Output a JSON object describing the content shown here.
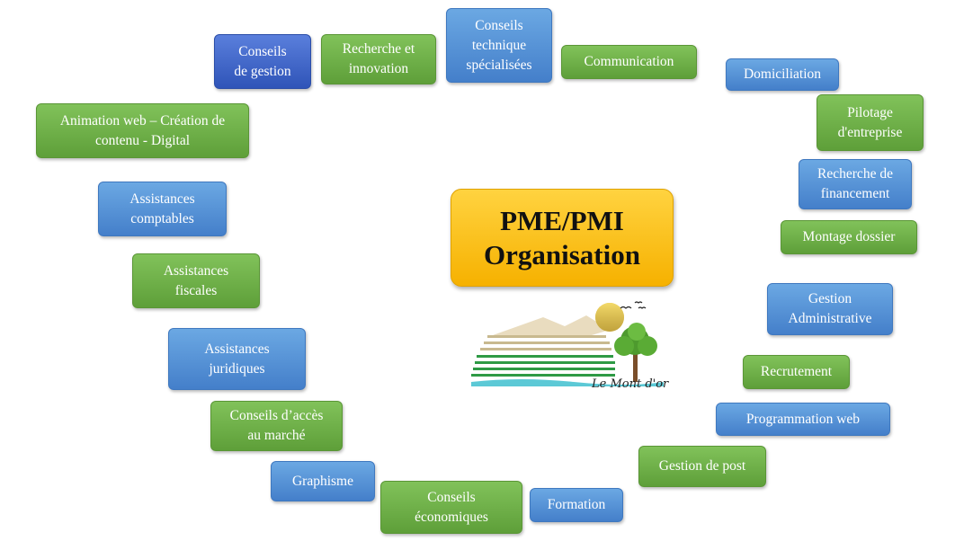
{
  "center": {
    "line1": "PME/PMI",
    "line2": "Organisation",
    "color": "#fbbf14"
  },
  "logo": {
    "text": "Le Mont d'or"
  },
  "colors": {
    "green": "#6daf47",
    "blue": "#569ae0",
    "dark_blue": "#3d62cc"
  },
  "nodes": [
    {
      "id": "conseils-gestion",
      "label": "Conseils\nde gestion",
      "color": "dark_blue"
    },
    {
      "id": "recherche-innovation",
      "label": "Recherche et\ninnovation",
      "color": "green"
    },
    {
      "id": "conseils-techniques",
      "label": "Conseils\ntechnique\nspécialisées",
      "color": "blue"
    },
    {
      "id": "communication",
      "label": "Communication",
      "color": "green"
    },
    {
      "id": "domiciliation",
      "label": "Domiciliation",
      "color": "blue"
    },
    {
      "id": "pilotage",
      "label": "Pilotage\nd'entreprise",
      "color": "green"
    },
    {
      "id": "recherche-financement",
      "label": "Recherche de\nfinancement",
      "color": "blue"
    },
    {
      "id": "montage-dossier",
      "label": "Montage dossier",
      "color": "green"
    },
    {
      "id": "gestion-administrative",
      "label": "Gestion\nAdministrative",
      "color": "blue"
    },
    {
      "id": "recrutement",
      "label": "Recrutement",
      "color": "green"
    },
    {
      "id": "programmation-web",
      "label": "Programmation web",
      "color": "blue"
    },
    {
      "id": "gestion-post",
      "label": "Gestion de post",
      "color": "green"
    },
    {
      "id": "formation",
      "label": "Formation",
      "color": "blue"
    },
    {
      "id": "conseils-economiques",
      "label": "Conseils\néconomiques",
      "color": "green"
    },
    {
      "id": "graphisme",
      "label": "Graphisme",
      "color": "blue"
    },
    {
      "id": "conseils-acces-marche",
      "label": "Conseils d’accès\nau marché",
      "color": "green"
    },
    {
      "id": "assistances-juridiques",
      "label": "Assistances\njuridiques",
      "color": "blue"
    },
    {
      "id": "assistances-fiscales",
      "label": "Assistances\nfiscales",
      "color": "green"
    },
    {
      "id": "assistances-comptables",
      "label": "Assistances\ncomptables",
      "color": "blue"
    },
    {
      "id": "animation-web",
      "label": "Animation web – Création de\ncontenu - Digital",
      "color": "green"
    }
  ]
}
